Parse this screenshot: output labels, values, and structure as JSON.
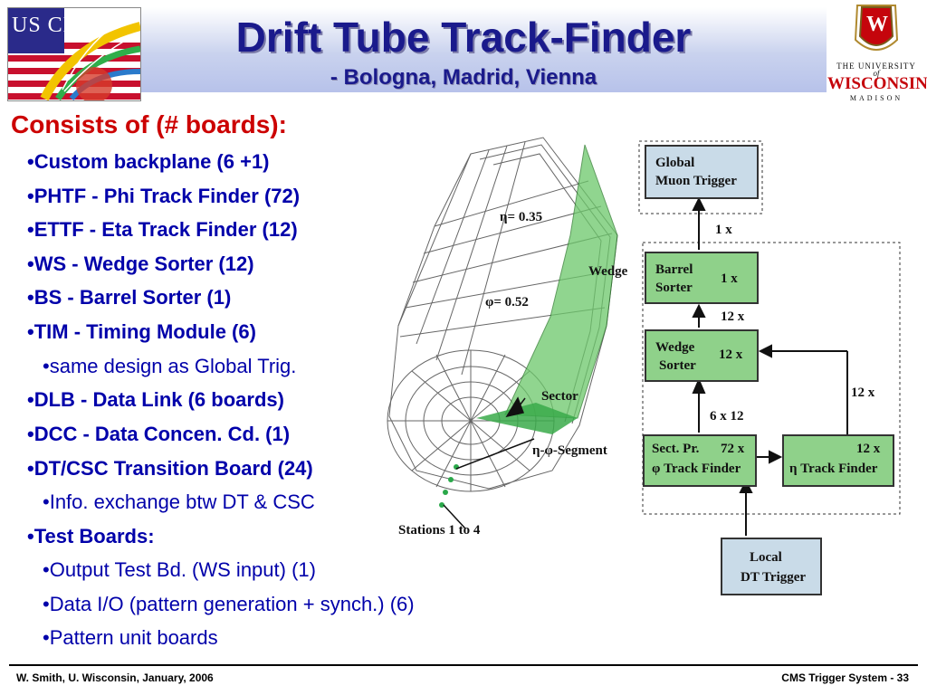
{
  "header": {
    "title": "Drift Tube Track-Finder",
    "subtitle": "- Bologna, Madrid, Vienna"
  },
  "logos": {
    "uscms_text": "US CMS",
    "uw_line1": "THE UNIVERSITY",
    "uw_line2": "of",
    "uw_line3": "WISCONSIN",
    "uw_line4": "MADISON",
    "uw_shield": "W"
  },
  "content": {
    "heading": "Consists of (# boards):",
    "bullets": [
      {
        "text": "Custom backplane (6 +1)"
      },
      {
        "text": "PHTF - Phi Track Finder (72)"
      },
      {
        "text": "ETTF - Eta Track Finder (12)"
      },
      {
        "text": "WS - Wedge Sorter (12)"
      },
      {
        "text": "BS - Barrel Sorter (1)"
      },
      {
        "text": "TIM - Timing Module (6)"
      },
      {
        "text": "same design as Global Trig."
      },
      {
        "text": "DLB - Data Link (6 boards)"
      },
      {
        "text": "DCC - Data Concen. Cd. (1)"
      },
      {
        "text": "DT/CSC Transition Board (24)"
      },
      {
        "text": "Info. exchange btw DT & CSC"
      },
      {
        "text": "Test Boards:"
      },
      {
        "text": "Output Test Bd. (WS input) (1)"
      },
      {
        "text": "Data I/O (pattern generation + synch.) (6)"
      },
      {
        "text": "Pattern unit boards"
      }
    ]
  },
  "detector": {
    "eta_label": "η= 0.35",
    "phi_label": "φ= 0.52",
    "wedge_label": "Wedge",
    "sector_label": "Sector",
    "segment_label": "η-φ-Segment",
    "stations_label": "Stations 1 to 4"
  },
  "flow": {
    "global_trigger": [
      "Global",
      "Muon Trigger"
    ],
    "barrel_sorter": [
      "Barrel",
      "Sorter"
    ],
    "barrel_sorter_count": "1 x",
    "wedge_sorter": [
      "Wedge",
      "Sorter"
    ],
    "wedge_sorter_count": "12 x",
    "phi_tf": [
      "Sect. Pr.",
      "φ Track Finder"
    ],
    "phi_tf_count": "72 x",
    "eta_tf": "η Track Finder",
    "eta_tf_count": "12 x",
    "local_trigger": [
      "Local",
      "DT Trigger"
    ],
    "arrow_gmt": "1 x",
    "arrow_bs": "12 x",
    "arrow_ws": "6 x 12",
    "arrow_eta": "12 x"
  },
  "footer": {
    "left": "W. Smith, U. Wisconsin, January, 2006",
    "right": "CMS Trigger System -  33"
  },
  "colors": {
    "title": "#1a1a8c",
    "heading": "#cc0000",
    "bullet": "#0000aa",
    "green_box": "#8fd18a",
    "blue_box": "#c9dbe8"
  }
}
